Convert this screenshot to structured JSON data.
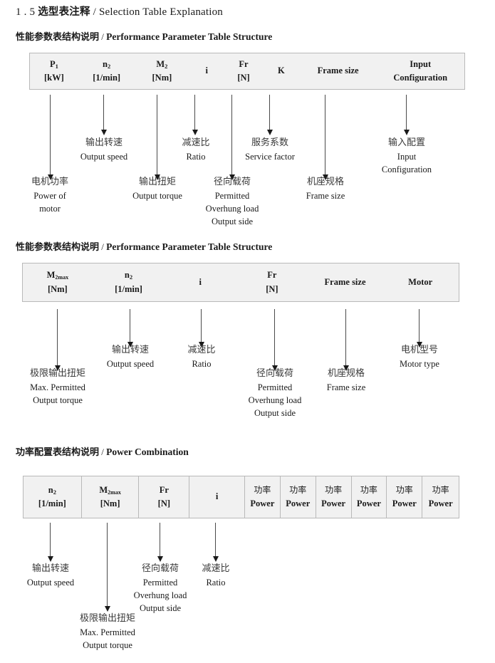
{
  "document": {
    "title_number": "1 . 5",
    "title_cn": "选型表注释",
    "title_sep": "/",
    "title_en": "Selection Table Explanation"
  },
  "sections": [
    {
      "heading_cn": "性能参数表结构说明",
      "heading_sep": "/",
      "heading_en": "Performance Parameter Table Structure",
      "table": {
        "ruled": false,
        "columns": [
          {
            "symbol": "P",
            "sub": "1",
            "unit": "[kW]"
          },
          {
            "symbol": "n",
            "sub": "2",
            "unit": "[1/min]"
          },
          {
            "symbol": "M",
            "sub": "2",
            "unit": "[Nm]"
          },
          {
            "symbol": "i",
            "sub": "",
            "unit": ""
          },
          {
            "symbol": "Fr",
            "sub": "",
            "unit": "[N]"
          },
          {
            "symbol": "K",
            "sub": "",
            "unit": ""
          },
          {
            "symbol": "Frame size",
            "sub": "",
            "unit": ""
          },
          {
            "symbol": "Input",
            "sub": "",
            "unit": "Configuration"
          }
        ]
      },
      "notes": [
        {
          "cn": "电机功率",
          "en": [
            "Power of",
            "motor"
          ]
        },
        {
          "cn": "输出转速",
          "en": [
            "Output speed"
          ]
        },
        {
          "cn": "输出扭矩",
          "en": [
            "Output torque"
          ]
        },
        {
          "cn": "减速比",
          "en": [
            "Ratio"
          ]
        },
        {
          "cn": "径向载荷",
          "en": [
            "Permitted",
            "Overhung load",
            "Output side"
          ]
        },
        {
          "cn": "服务系数",
          "en": [
            "Service factor"
          ]
        },
        {
          "cn": "机座规格",
          "en": [
            "Frame size"
          ]
        },
        {
          "cn": "输入配置",
          "en": [
            "Input",
            "Configuration"
          ]
        }
      ]
    },
    {
      "heading_cn": "性能参数表结构说明",
      "heading_sep": "/",
      "heading_en": "Performance Parameter Table Structure",
      "table": {
        "ruled": false,
        "columns": [
          {
            "symbol": "M",
            "sub": "2max",
            "unit": "[Nm]"
          },
          {
            "symbol": "n",
            "sub": "2",
            "unit": "[1/min]"
          },
          {
            "symbol": "i",
            "sub": "",
            "unit": ""
          },
          {
            "symbol": "Fr",
            "sub": "",
            "unit": "[N]"
          },
          {
            "symbol": "Frame size",
            "sub": "",
            "unit": ""
          },
          {
            "symbol": "Motor",
            "sub": "",
            "unit": ""
          }
        ]
      },
      "notes": [
        {
          "cn": "极限输出扭矩",
          "en": [
            "Max. Permitted",
            "Output  torque"
          ]
        },
        {
          "cn": "输出转速",
          "en": [
            "Output speed"
          ]
        },
        {
          "cn": "减速比",
          "en": [
            "Ratio"
          ]
        },
        {
          "cn": "径向载荷",
          "en": [
            "Permitted",
            "Overhung load",
            "Output side"
          ]
        },
        {
          "cn": "机座规格",
          "en": [
            "Frame size"
          ]
        },
        {
          "cn": "电机型号",
          "en": [
            "Motor type"
          ]
        }
      ]
    },
    {
      "heading_cn": "功率配置表结构说明",
      "heading_sep": "/",
      "heading_en": "Power Combination",
      "table": {
        "ruled": true,
        "columns": [
          {
            "symbol": "n",
            "sub": "2",
            "unit": "[1/min]"
          },
          {
            "symbol": "M",
            "sub": "2max",
            "unit": "[Nm]"
          },
          {
            "symbol": "Fr",
            "sub": "",
            "unit": "[N]"
          },
          {
            "symbol": "i",
            "sub": "",
            "unit": ""
          },
          {
            "symbol_cn": "功率",
            "sub": "",
            "unit": "Power"
          },
          {
            "symbol_cn": "功率",
            "sub": "",
            "unit": "Power"
          },
          {
            "symbol_cn": "功率",
            "sub": "",
            "unit": "Power"
          },
          {
            "symbol_cn": "功率",
            "sub": "",
            "unit": "Power"
          },
          {
            "symbol_cn": "功率",
            "sub": "",
            "unit": "Power"
          },
          {
            "symbol_cn": "功率",
            "sub": "",
            "unit": "Power"
          }
        ]
      },
      "notes": [
        {
          "cn": "输出转速",
          "en": [
            "Output speed"
          ]
        },
        {
          "cn": "极限输出扭矩",
          "en": [
            "Max. Permitted",
            "Output  torque"
          ]
        },
        {
          "cn": "径向载荷",
          "en": [
            "Permitted",
            "Overhung load",
            "Output side"
          ]
        },
        {
          "cn": "减速比",
          "en": [
            "Ratio"
          ]
        }
      ]
    }
  ]
}
